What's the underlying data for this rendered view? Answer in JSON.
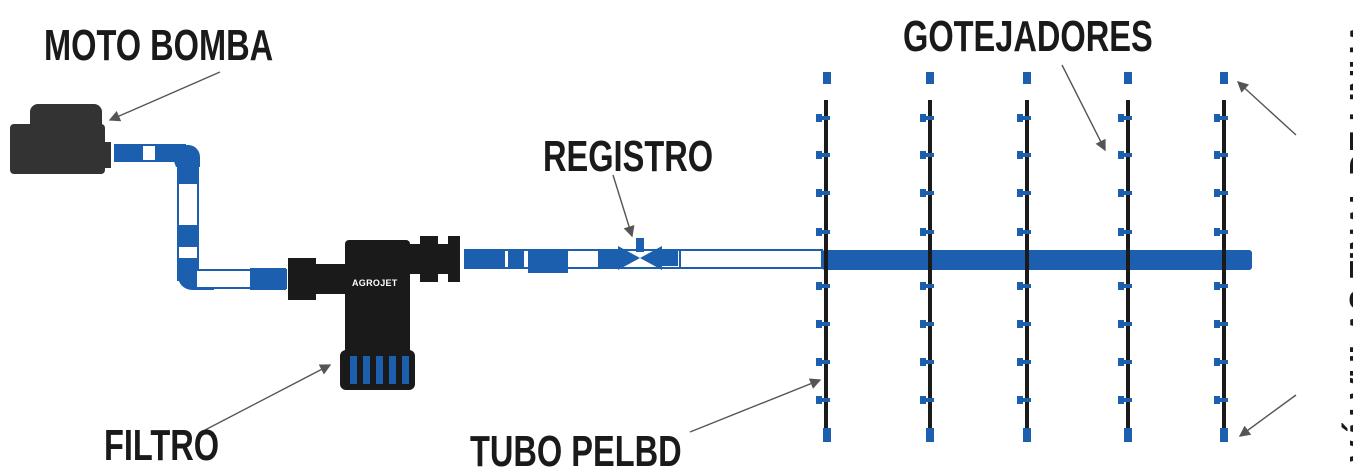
{
  "labels": {
    "moto_bomba": "MOTO BOMBA",
    "registro": "REGISTRO",
    "gotejadores": "GOTEJADORES",
    "filtro": "FILTRO",
    "tubo_pelbd": "TUBO PELBD",
    "valvulas": "VÁLVULAS FINAL DE LINHA"
  },
  "filter_brand": "AGROJET",
  "colors": {
    "pipe_blue": "#1c5fae",
    "pipe_dark": "#0e3a72",
    "equipment_black": "#1a1a1a",
    "pump_gray": "#333333",
    "line_gray": "#555555"
  }
}
